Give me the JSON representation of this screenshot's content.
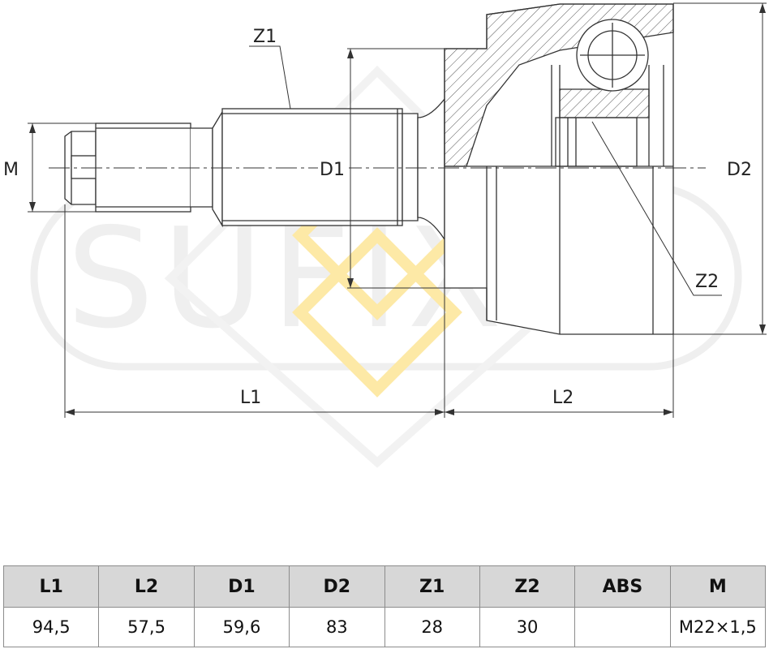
{
  "watermark": {
    "brand": "SUFIX"
  },
  "colors": {
    "line": "#333333",
    "hatch": "#555555",
    "watermark": "#efefef",
    "logo_diamond": "#fde9a6",
    "header_bg": "#d7d7d7"
  },
  "labels": {
    "z1": "Z1",
    "z2": "Z2",
    "m": "M",
    "d1": "D1",
    "d2": "D2",
    "l1": "L1",
    "l2": "L2"
  },
  "spec_table": {
    "headers": [
      "L1",
      "L2",
      "D1",
      "D2",
      "Z1",
      "Z2",
      "ABS",
      "M"
    ],
    "values": [
      "94,5",
      "57,5",
      "59,6",
      "83",
      "28",
      "30",
      "",
      "M22×1,5"
    ]
  }
}
